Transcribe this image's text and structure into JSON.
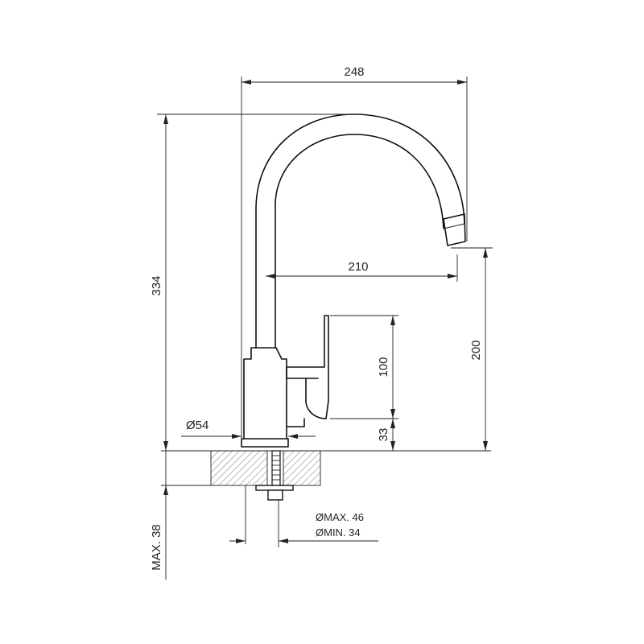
{
  "dimensions": {
    "total_reach": "248",
    "spout_reach": "210",
    "total_height": "334",
    "spout_height": "200",
    "handle_height": "100",
    "handle_base_height": "33",
    "base_diameter": "Ø54",
    "hole_max": "ØMAX. 46",
    "hole_min": "ØMIN. 34",
    "max_thickness": "MAX. 38"
  },
  "colors": {
    "line": "#111111",
    "hatch": "#8a8a8a",
    "background": "#ffffff"
  }
}
